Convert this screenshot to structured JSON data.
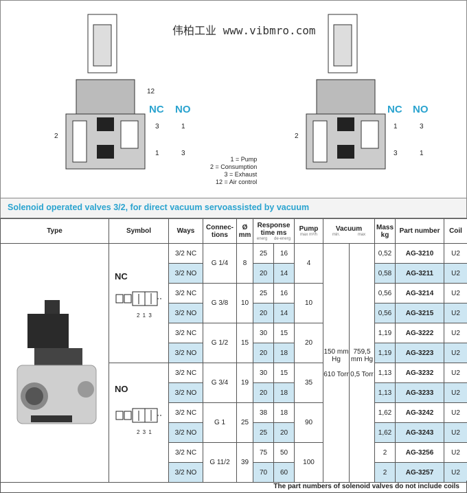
{
  "diagram": {
    "port_12": "12",
    "port_2": "2",
    "left": {
      "nc": "NC",
      "no": "NO",
      "nc_top": "3",
      "no_top": "1",
      "nc_bot": "1",
      "no_bot": "3"
    },
    "right": {
      "nc": "NC",
      "no": "NO",
      "nc_top": "1",
      "no_top": "3",
      "nc_bot": "3",
      "no_bot": "1"
    },
    "legend": [
      "1 = Pump",
      "2 = Consumption",
      "3 = Exhaust",
      "12 = Air control"
    ]
  },
  "title": "Solenoid operated valves 3/2, for direct vacuum servoassisted by vacuum",
  "watermark": "伟柏工业 www.vibmro.com",
  "headers": {
    "type": "Type",
    "symbol": "Symbol",
    "ways": "Ways",
    "connections": "Connec-tions",
    "dia": "Ø mm",
    "response": "Response time ms",
    "resp_energ": "energ",
    "resp_deenerg": "de-energ",
    "pump": "Pump",
    "pump_unit": "max m³/h",
    "vacuum": "Vacuum",
    "vac_min": "min.",
    "vac_max": "max",
    "mass": "Mass kg",
    "part": "Part number",
    "coil": "Coil"
  },
  "symbols": {
    "nc": "NC",
    "no": "NO",
    "nc_ports": "2 1 3",
    "no_ports": "2 3 1"
  },
  "vacuum": {
    "min": "150 mm Hg",
    "min2": "610 Torr",
    "max": "759,5 mm Hg",
    "max2": "0,5 Torr"
  },
  "groups": [
    {
      "conn": "G 1/4",
      "dia": "8",
      "pump": "4",
      "rows": [
        {
          "ways": "3/2 NC",
          "en": "25",
          "de": "16",
          "mass": "0,52",
          "part": "AG-3210",
          "coil": "U2"
        },
        {
          "ways": "3/2 NO",
          "en": "20",
          "de": "14",
          "mass": "0,58",
          "part": "AG-3211",
          "coil": "U2"
        }
      ]
    },
    {
      "conn": "G 3/8",
      "dia": "10",
      "pump": "10",
      "rows": [
        {
          "ways": "3/2 NC",
          "en": "25",
          "de": "16",
          "mass": "0,56",
          "part": "AG-3214",
          "coil": "U2"
        },
        {
          "ways": "3/2 NO",
          "en": "20",
          "de": "14",
          "mass": "0,56",
          "part": "AG-3215",
          "coil": "U2"
        }
      ]
    },
    {
      "conn": "G 1/2",
      "dia": "15",
      "pump": "20",
      "rows": [
        {
          "ways": "3/2 NC",
          "en": "30",
          "de": "15",
          "mass": "1,19",
          "part": "AG-3222",
          "coil": "U2"
        },
        {
          "ways": "3/2 NO",
          "en": "20",
          "de": "18",
          "mass": "1,19",
          "part": "AG-3223",
          "coil": "U2"
        }
      ]
    },
    {
      "conn": "G 3/4",
      "dia": "19",
      "pump": "35",
      "rows": [
        {
          "ways": "3/2 NC",
          "en": "30",
          "de": "15",
          "mass": "1,13",
          "part": "AG-3232",
          "coil": "U2"
        },
        {
          "ways": "3/2 NO",
          "en": "20",
          "de": "18",
          "mass": "1,13",
          "part": "AG-3233",
          "coil": "U2"
        }
      ]
    },
    {
      "conn": "G 1",
      "dia": "25",
      "pump": "90",
      "rows": [
        {
          "ways": "3/2 NC",
          "en": "38",
          "de": "18",
          "mass": "1,62",
          "part": "AG-3242",
          "coil": "U2"
        },
        {
          "ways": "3/2 NO",
          "en": "25",
          "de": "20",
          "mass": "1,62",
          "part": "AG-3243",
          "coil": "U2"
        }
      ]
    },
    {
      "conn": "G 11/2",
      "dia": "39",
      "pump": "100",
      "rows": [
        {
          "ways": "3/2 NC",
          "en": "75",
          "de": "50",
          "mass": "2",
          "part": "AG-3256",
          "coil": "U2"
        },
        {
          "ways": "3/2 NO",
          "en": "70",
          "de": "60",
          "mass": "2",
          "part": "AG-3257",
          "coil": "U2"
        }
      ]
    }
  ],
  "footer": "The part numbers of solenoid valves do not include coils"
}
